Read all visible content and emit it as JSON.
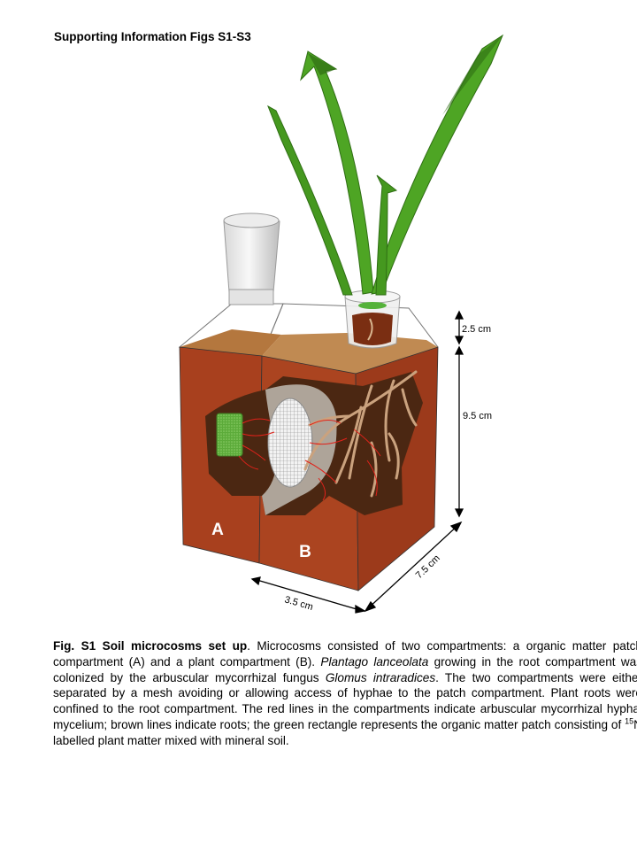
{
  "header": {
    "title": "Supporting Information Figs S1-S3"
  },
  "figure": {
    "labels": {
      "a": "A",
      "b": "B"
    },
    "dimensions": {
      "height_top": "2.5 cm",
      "height_main": "9.5 cm",
      "depth": "7.5 cm",
      "width": "3.5 cm"
    },
    "colors": {
      "soil": "#a8401e",
      "soil_top": "#b4773e",
      "cavity": "#4b2712",
      "root": "#caa27e",
      "hyphae": "#e0221a",
      "patch": "#5cab3a",
      "leaf": "#4ea524",
      "leaf_dark": "#2f6e14"
    }
  },
  "caption": {
    "fig_id": "Fig. S1",
    "title": "Soil microcosms set up",
    "s1": ". Microcosms consisted of two compartments: a organic matter patch compartment (A) and a plant compartment (B). ",
    "species": "Plantago lanceolata",
    "s2": " growing in the root compartment was colonized by the arbuscular mycorrhizal fungus ",
    "fungus": "Glomus intraradices",
    "s3": ". The two compartments were either separated by a mesh avoiding or allowing access of hyphae to the patch compartment. Plant roots were confined to the root compartment. The red lines in the compartments indicate arbuscular mycorrhizal hyphal mycelium; brown lines indicate roots; the green rectangle represents the organic matter patch consisting of ",
    "isotope_mass": "15",
    "s4": "N labelled plant matter mixed with mineral soil."
  }
}
